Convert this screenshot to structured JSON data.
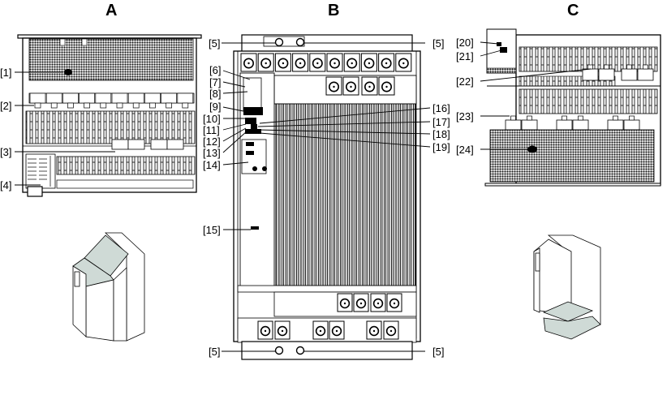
{
  "views": {
    "A": {
      "title": "A"
    },
    "B": {
      "title": "B"
    },
    "C": {
      "title": "C"
    }
  },
  "callouts": {
    "c1": "[1]",
    "c2": "[2]",
    "c3": "[3]",
    "c4": "[4]",
    "c5": "[5]",
    "c6": "[6]",
    "c7": "[7]",
    "c8": "[8]",
    "c9": "[9]",
    "c10": "[10]",
    "c11": "[11]",
    "c12": "[12]",
    "c13": "[13]",
    "c14": "[14]",
    "c15": "[15]",
    "c16": "[16]",
    "c17": "[17]",
    "c18": "[18]",
    "c19": "[19]",
    "c20": "[20]",
    "c21": "[21]",
    "c22": "[22]",
    "c23": "[23]",
    "c24": "[24]"
  },
  "colors": {
    "line": "#000000",
    "housing_fill": "#ffffff",
    "iso_panel_fill": "#cfdad6",
    "grille": "#1a1a1a"
  }
}
